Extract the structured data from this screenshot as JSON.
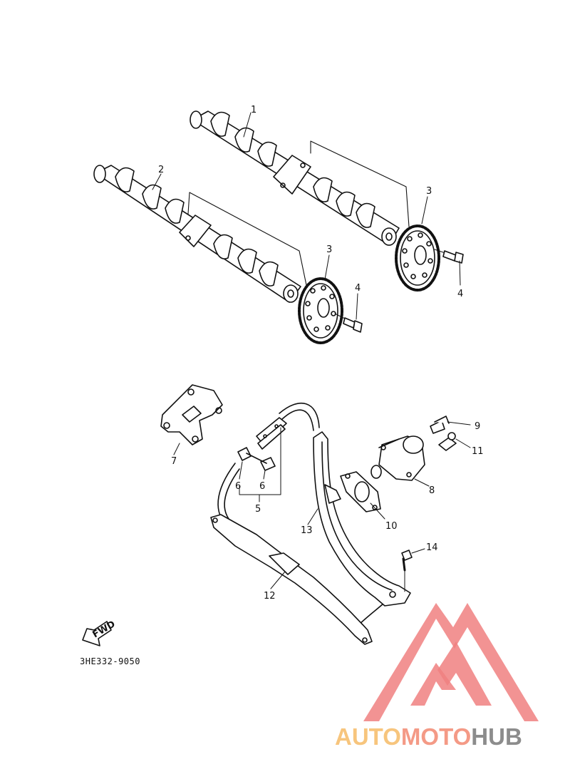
{
  "diagram": {
    "part_code": "3HE332-9050",
    "fwd_label": "FWD",
    "callouts": [
      {
        "id": "c1",
        "label": "1"
      },
      {
        "id": "c2",
        "label": "2"
      },
      {
        "id": "c3a",
        "label": "3"
      },
      {
        "id": "c3b",
        "label": "3"
      },
      {
        "id": "c4a",
        "label": "4"
      },
      {
        "id": "c4b",
        "label": "4"
      },
      {
        "id": "c5",
        "label": "5"
      },
      {
        "id": "c6a",
        "label": "6"
      },
      {
        "id": "c6b",
        "label": "6"
      },
      {
        "id": "c7",
        "label": "7"
      },
      {
        "id": "c8",
        "label": "8"
      },
      {
        "id": "c9",
        "label": "9"
      },
      {
        "id": "c10",
        "label": "10"
      },
      {
        "id": "c11",
        "label": "11"
      },
      {
        "id": "c12",
        "label": "12"
      },
      {
        "id": "c13",
        "label": "13"
      },
      {
        "id": "c14",
        "label": "14"
      }
    ]
  },
  "watermark": {
    "part1": "AUTO",
    "part2": "MOTO",
    "part3": "HUB",
    "color_logo": "#f08080",
    "color_auto": "#f7c57d",
    "color_moto": "#f49a86",
    "color_hub": "#8c8c8c"
  }
}
